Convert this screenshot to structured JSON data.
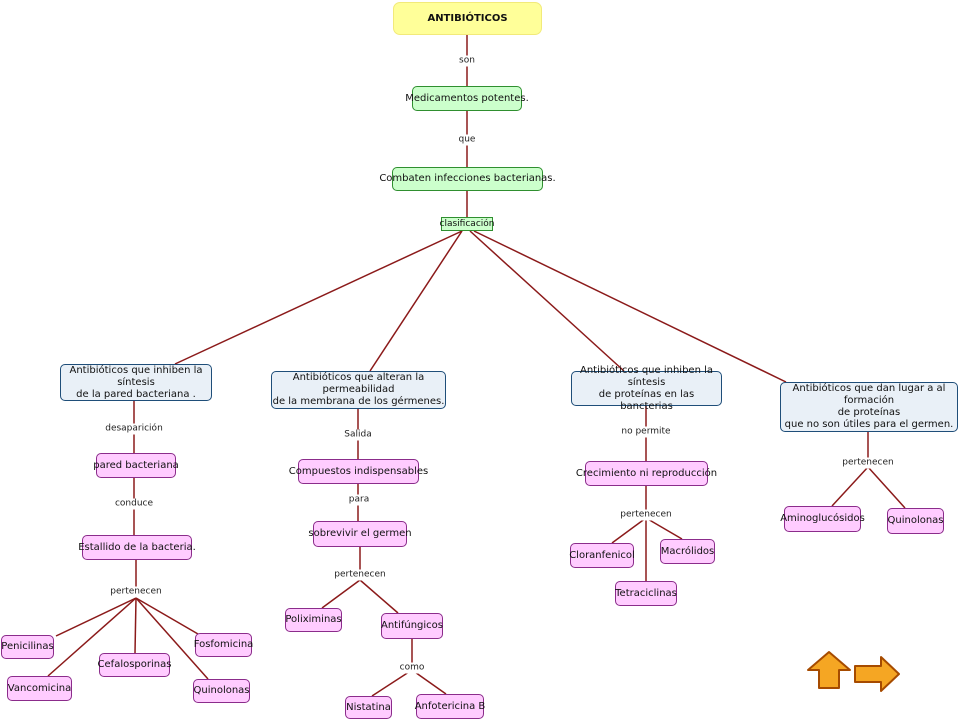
{
  "map": {
    "root": "ANTIBIÓTICOS",
    "potentes": "Medicamentos potentes.",
    "combaten": "Combaten infecciones bacterianas.",
    "clasificacion": "clasificación",
    "cat1": "Antibióticos que inhiben la síntesis\nde la pared bacteriana .",
    "cat2": "Antibióticos que alteran la permeabilidad\nde la membrana de los gérmenes.",
    "cat3": "Antibióticos que inhiben la síntesis\nde proteínas en las bancterias",
    "cat4": "Antibióticos que dan lugar a al formación\nde proteínas\nque no son útiles para el germen.",
    "pared": "pared bacteriana",
    "estallido": "Estallido de la bacteria.",
    "penicilinas": "Penicilinas",
    "vancomicina": "Vancomicina",
    "cefalosporinas": "Cefalosporinas",
    "fosfomicina": "Fosfomicina",
    "quinolonas1": "Quinolonas",
    "compuestos": "Compuestos indispensables",
    "sobrevivir": "sobrevivir el germen",
    "poliximinas": "Poliximinas",
    "antifungicos": "Antifúngicos",
    "nistatina": "Nistatina",
    "anfotericina": "Anfotericina B",
    "crecimiento": "Crecimiento ni reproducción",
    "cloranfenicol": "Cloranfenicol",
    "macrolidos": "Macrólidos",
    "tetraciclinas": "Tetraciclinas",
    "aminoglucosidos": "Aminoglucósidos",
    "quinolonas2": "Quinolonas"
  },
  "links": {
    "son": "son",
    "que": "que",
    "desaparicion": "desaparición",
    "conduce": "conduce",
    "pertenecen1": "pertenecen",
    "salida": "Salida",
    "para": "para",
    "pertenecen2": "pertenecen",
    "como": "como",
    "no_permite": "no permite",
    "pertenecen3": "pertenecen",
    "pertenecen4": "pertenecen"
  },
  "nav": {
    "up_icon": "arrow-up-icon",
    "next_icon": "arrow-right-icon"
  },
  "colors": {
    "edge": "#8b1a1a",
    "arrow_fill": "#f5a623",
    "arrow_stroke": "#a64b00"
  }
}
